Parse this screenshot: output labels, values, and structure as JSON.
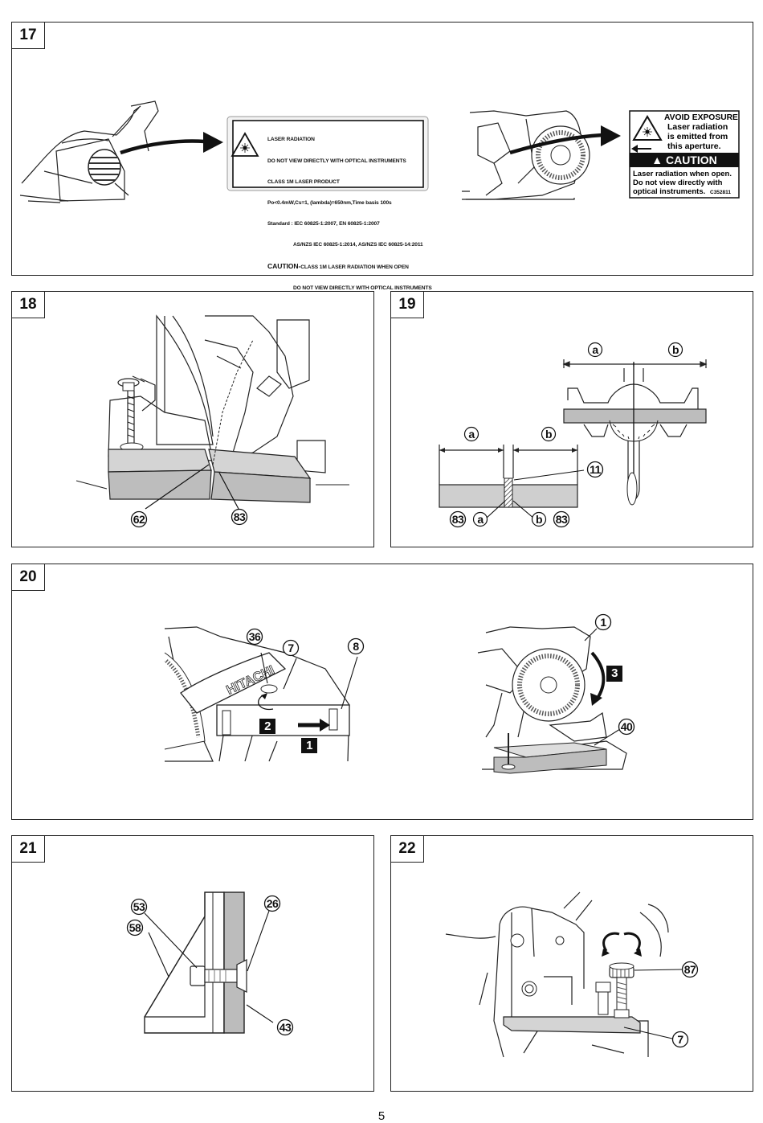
{
  "page_number": "5",
  "figures": [
    {
      "number": "17"
    },
    {
      "number": "18",
      "callouts": [
        "62",
        "83"
      ]
    },
    {
      "number": "19",
      "callouts": [
        "a",
        "b",
        "a",
        "b",
        "11",
        "83",
        "a",
        "b",
        "83"
      ]
    },
    {
      "number": "20",
      "callouts": [
        "36",
        "7",
        "8",
        "1",
        "3",
        "40"
      ],
      "steps": [
        "1",
        "2",
        "3"
      ],
      "brand": "HITACHI"
    },
    {
      "number": "21",
      "callouts": [
        "53",
        "26",
        "58",
        "43"
      ]
    },
    {
      "number": "22",
      "callouts": [
        "87",
        "7"
      ]
    }
  ],
  "laser_label_1": {
    "line1": "LASER RADIATION",
    "line2": "DO NOT VIEW DIRECTLY WITH OPTICAL INSTRUMENTS",
    "line3": "CLASS 1M LASER PRODUCT",
    "line4": "Po<0.4mW,Cs=1, (lambda)=650nm,Time basis 100s",
    "line5": "Standard : IEC 60825-1:2007, EN 60825-1:2007",
    "line6": "AS/NZS IEC 60825-1:2014, AS/NZS IEC 60825-14:2011",
    "caution_word": "CAUTION-",
    "caution_rest": "CLASS 1M LASER RADIATION WHEN OPEN",
    "line8": "DO NOT VIEW DIRECTLY WITH OPTICAL INSTRUMENTS"
  },
  "laser_label_2": {
    "avoid": "AVOID EXPOSURE",
    "emit1": "Laser radiation",
    "emit2": "is emitted from",
    "emit3": "this aperture.",
    "caution": "▲ CAUTION",
    "body1": "Laser radiation when open.",
    "body2": "Do not view directly with",
    "body3": "optical instruments.",
    "code": "C352811"
  }
}
